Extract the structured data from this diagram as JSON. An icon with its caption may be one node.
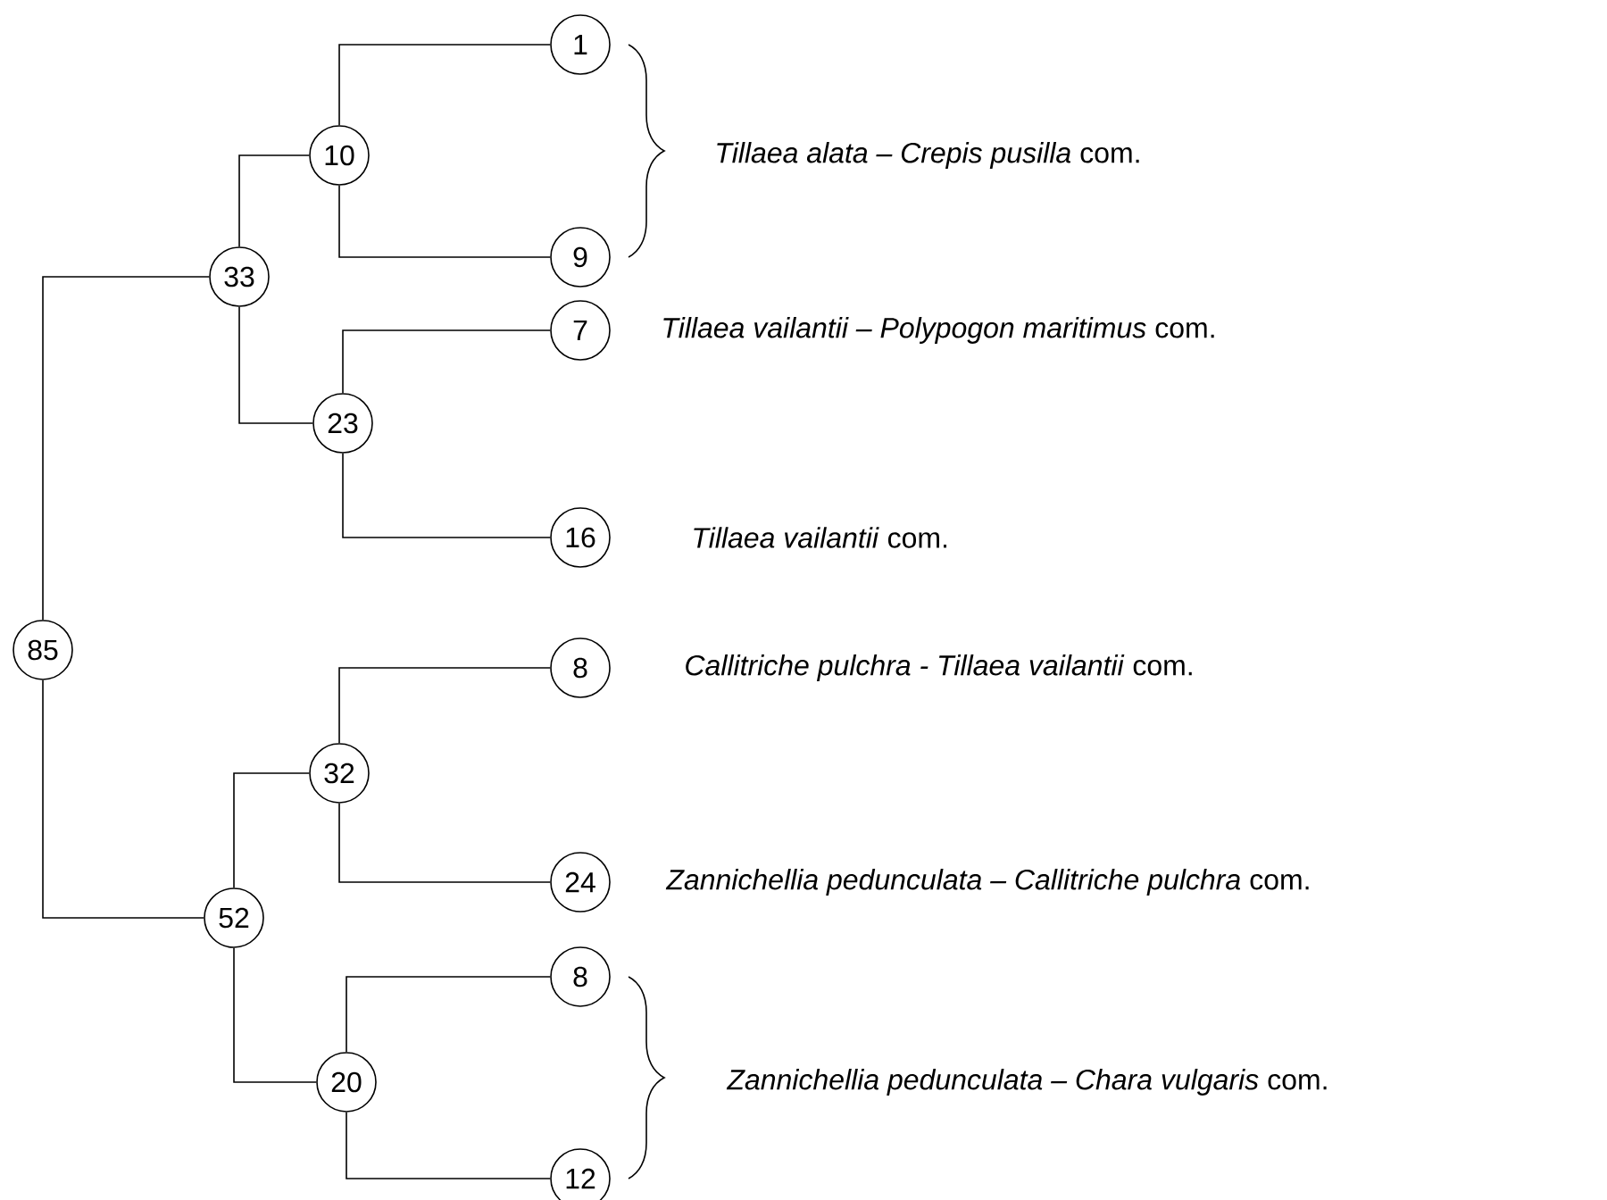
{
  "diagram": {
    "nodes": [
      {
        "text": [
          "85"
        ]
      },
      {
        "text": [
          "33"
        ]
      },
      {
        "text": [
          "10"
        ]
      },
      {
        "text": [
          "1"
        ]
      },
      {
        "text": [
          "9"
        ]
      },
      {
        "text": [
          "23"
        ]
      },
      {
        "text": [
          "7"
        ]
      },
      {
        "text": [
          "16"
        ]
      },
      {
        "text": [
          "52"
        ]
      },
      {
        "text": [
          "32"
        ]
      },
      {
        "text": [
          "8"
        ]
      },
      {
        "text": [
          "24"
        ]
      },
      {
        "text": [
          "20"
        ]
      },
      {
        "text": [
          "8"
        ]
      },
      {
        "text": [
          "12"
        ]
      }
    ],
    "edges": [
      {
        "from": 0,
        "to": 1,
        "arrow": "none"
      },
      {
        "from": 1,
        "to": 2,
        "arrow": "none"
      },
      {
        "from": 2,
        "to": 3,
        "arrow": "none"
      },
      {
        "from": 2,
        "to": 4,
        "arrow": "none"
      },
      {
        "from": 1,
        "to": 5,
        "arrow": "none"
      },
      {
        "from": 5,
        "to": 6,
        "arrow": "none"
      },
      {
        "from": 5,
        "to": 7,
        "arrow": "none"
      },
      {
        "from": 0,
        "to": 8,
        "arrow": "none"
      },
      {
        "from": 8,
        "to": 9,
        "arrow": "none"
      },
      {
        "from": 9,
        "to": 10,
        "arrow": "none"
      },
      {
        "from": 9,
        "to": 11,
        "arrow": "none"
      },
      {
        "from": 8,
        "to": 12,
        "arrow": "none"
      },
      {
        "from": 12,
        "to": 13,
        "arrow": "none"
      },
      {
        "from": 12,
        "to": 14,
        "arrow": "none"
      }
    ],
    "labels": [
      "*Tillaea alata – Crepis pusilla* com.",
      "*Tillaea vailantii – Polypogon maritimus* com.",
      "*Tillaea vailantii* com.",
      "*Callitriche pulchra - Tillaea vailantii* com.",
      "*Zannichellia pedunculata – Callitriche pulchra* com.",
      "*Zannichellia pedunculata – Chara vulgaris* com."
    ]
  }
}
